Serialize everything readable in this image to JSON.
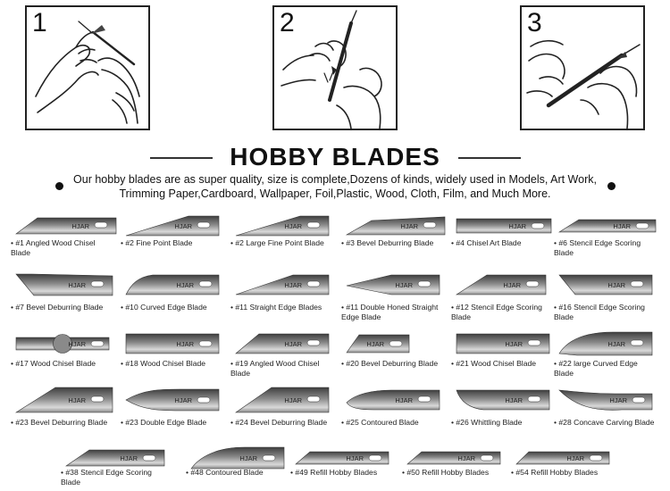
{
  "steps": [
    {
      "number": "1",
      "alt": "hands inserting blade into handle"
    },
    {
      "number": "2",
      "alt": "hands tightening collet on handle"
    },
    {
      "number": "3",
      "alt": "hands holding assembled knife"
    }
  ],
  "title": "HOBBY BLADES",
  "description": "Our hobby blades are as super quality, size is complete,Dozens of kinds,  widely used in Models, Art  Work, Trimming Paper,Cardboard, Wallpaper, Foil,Plastic, Wood, Cloth, Film, and Much More.",
  "brand_mark": "HJAR",
  "colors": {
    "blade_dark": "#3f3f3f",
    "blade_mid": "#8a8a8a",
    "blade_light": "#d9d9d9",
    "text": "#111111"
  },
  "rows": [
    [
      {
        "shape": "angled",
        "label": "• #1 Angled Wood Chisel Blade"
      },
      {
        "shape": "finepoint",
        "label": "• #2 Fine Point Blade"
      },
      {
        "shape": "largefine",
        "label": "• #2 Large Fine Point Blade"
      },
      {
        "shape": "bevel",
        "label": "• #3 Bevel Deburring Blade"
      },
      {
        "shape": "chisel",
        "label": "• #4 Chisel Art Blade"
      },
      {
        "shape": "stencil",
        "label": "• #6 Stencil Edge Scoring Blade"
      }
    ],
    [
      {
        "shape": "bevel7",
        "label": "• #7  Bevel Deburring Blade"
      },
      {
        "shape": "curved",
        "label": "• #10 Curved Edge Blade"
      },
      {
        "shape": "straight",
        "label": "• #11 Straight Edge Blades"
      },
      {
        "shape": "double11",
        "label": "• #11 Double Honed Straight Edge Blade"
      },
      {
        "shape": "stencil12",
        "label": "• #12 Stencil Edge Scoring Blade"
      },
      {
        "shape": "stencil16",
        "label": "• #16 Stencil Edge Scoring Blade"
      }
    ],
    [
      {
        "shape": "wood17",
        "label": "• #17 Wood Chisel Blade"
      },
      {
        "shape": "wood18",
        "label": "• #18 Wood Chisel Blade"
      },
      {
        "shape": "angled19",
        "label": "• #19 Angled Wood Chisel Blade"
      },
      {
        "shape": "bevel20",
        "label": "• #20 Bevel Deburring Blade"
      },
      {
        "shape": "wood21",
        "label": "• #21 Wood Chisel Blade"
      },
      {
        "shape": "large22",
        "label": "• #22 large Curved Edge Blade"
      }
    ],
    [
      {
        "shape": "bevel23",
        "label": "• #23 Bevel Deburring Blade"
      },
      {
        "shape": "double23",
        "label": "• #23 Double Edge Blade"
      },
      {
        "shape": "bevel24",
        "label": "• #24  Bevel Deburring Blade"
      },
      {
        "shape": "contour25",
        "label": "• #25 Contoured Blade"
      },
      {
        "shape": "whittle26",
        "label": "• #26 Whittling Blade"
      },
      {
        "shape": "concave28",
        "label": "• #28 Concave Carving Blade"
      }
    ],
    [
      {
        "shape": "stencil38",
        "label": "• #38 Stencil Edge Scoring Blade"
      },
      {
        "shape": "contour48",
        "label": "• #48 Contoured Blade"
      },
      {
        "shape": "refill49",
        "label": "• #49 Refill Hobby Blades"
      },
      {
        "shape": "refill50",
        "label": "• #50 Refill Hobby Blades"
      },
      {
        "shape": "refill54",
        "label": "• #54 Refill Hobby Blades"
      }
    ]
  ]
}
